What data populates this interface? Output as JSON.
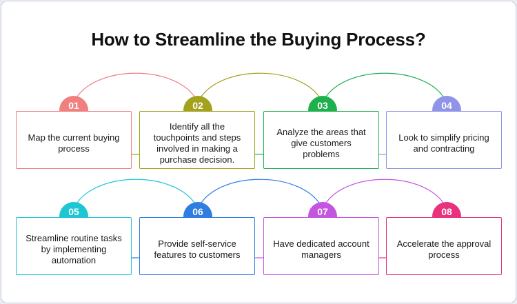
{
  "title": "How to Streamline the Buying Process?",
  "steps": [
    {
      "number": "01",
      "text": "Map the current buying process",
      "color": "#f07f7f"
    },
    {
      "number": "02",
      "text": "Identify all the touchpoints and steps involved in making a purchase decision.",
      "color": "#a2a21e"
    },
    {
      "number": "03",
      "text": "Analyze the areas that give customers problems",
      "color": "#1fb04e"
    },
    {
      "number": "04",
      "text": "Look to simplify pricing and contracting",
      "color": "#8f94e8"
    },
    {
      "number": "05",
      "text": "Streamline routine tasks by implementing automation",
      "color": "#1cc6d3"
    },
    {
      "number": "06",
      "text": "Provide self-service features to customers",
      "color": "#2f7de0"
    },
    {
      "number": "07",
      "text": "Have dedicated account managers",
      "color": "#c355e0"
    },
    {
      "number": "08",
      "text": "Accelerate the approval process",
      "color": "#e8327d"
    }
  ]
}
